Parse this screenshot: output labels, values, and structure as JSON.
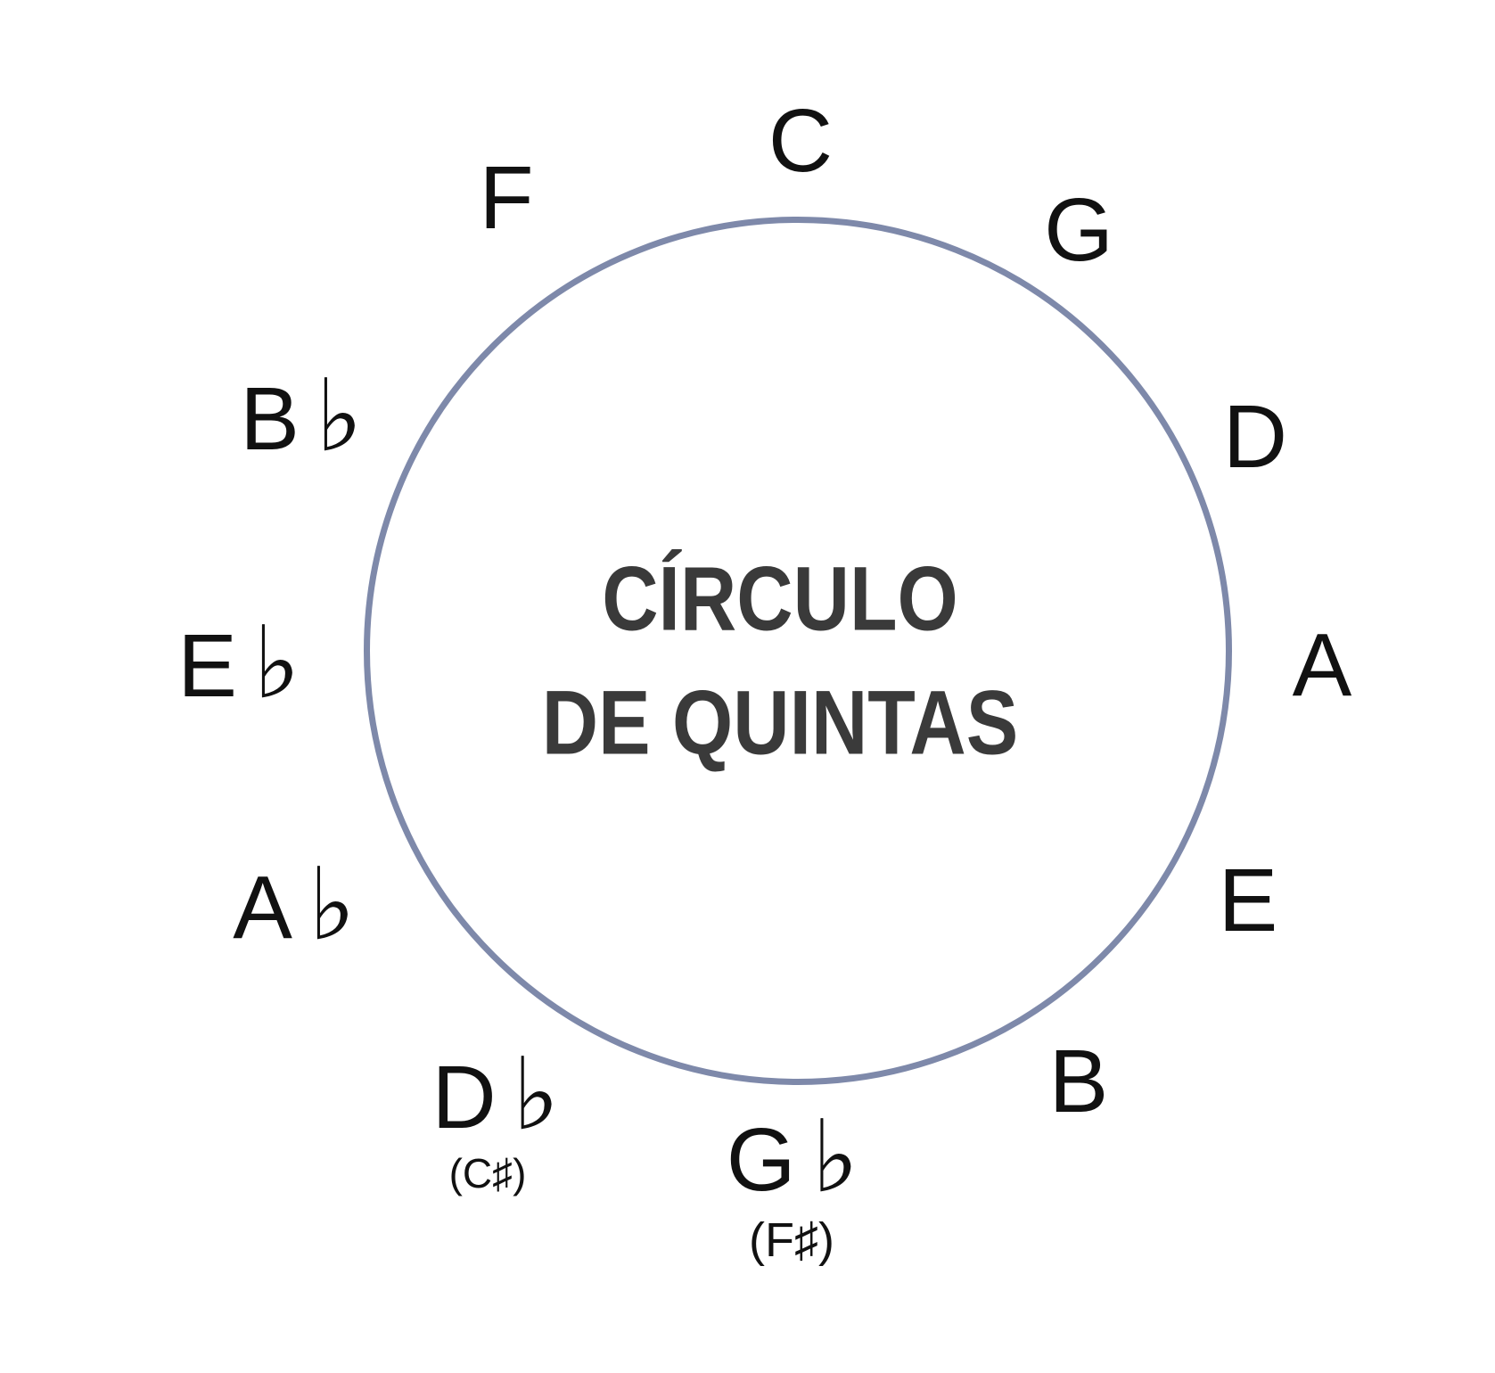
{
  "title": {
    "line1": "CÍRCULO",
    "line2": "DE QUINTAS"
  },
  "colors": {
    "circle_stroke": "#7e89aa",
    "title_text": "#3a3a3a",
    "note_text": "#111111",
    "background": "#ffffff"
  },
  "notes": [
    {
      "id": "C",
      "letter": "C",
      "accidental": "",
      "enharmonic": ""
    },
    {
      "id": "G",
      "letter": "G",
      "accidental": "",
      "enharmonic": ""
    },
    {
      "id": "D",
      "letter": "D",
      "accidental": "",
      "enharmonic": ""
    },
    {
      "id": "A",
      "letter": "A",
      "accidental": "",
      "enharmonic": ""
    },
    {
      "id": "E",
      "letter": "E",
      "accidental": "",
      "enharmonic": ""
    },
    {
      "id": "B",
      "letter": "B",
      "accidental": "",
      "enharmonic": ""
    },
    {
      "id": "Gb",
      "letter": "G",
      "accidental": "♭",
      "enharmonic": "(F♯)"
    },
    {
      "id": "Db",
      "letter": "D",
      "accidental": "♭",
      "enharmonic": "(C♯)"
    },
    {
      "id": "Ab",
      "letter": "A",
      "accidental": "♭",
      "enharmonic": ""
    },
    {
      "id": "Eb",
      "letter": "E",
      "accidental": "♭",
      "enharmonic": ""
    },
    {
      "id": "Bb",
      "letter": "B",
      "accidental": "♭",
      "enharmonic": ""
    },
    {
      "id": "F",
      "letter": "F",
      "accidental": "",
      "enharmonic": ""
    }
  ]
}
